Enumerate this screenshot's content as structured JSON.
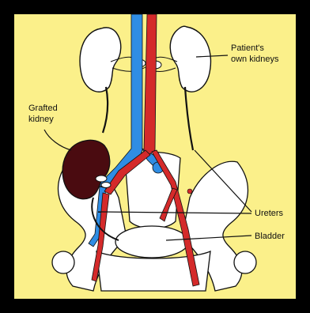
{
  "labels": {
    "own_kidneys_line1": "Patient's",
    "own_kidneys_line2": "own kidneys",
    "grafted_line1": "Grafted",
    "grafted_line2": "kidney",
    "ureters": "Ureters",
    "bladder": "Bladder"
  },
  "colors": {
    "background": "#fbf08a",
    "frame": "#000000",
    "vein": "#2f8de4",
    "artery": "#d42a2a",
    "grafted_kidney": "#4a0b10",
    "bone": "#ffffff"
  }
}
